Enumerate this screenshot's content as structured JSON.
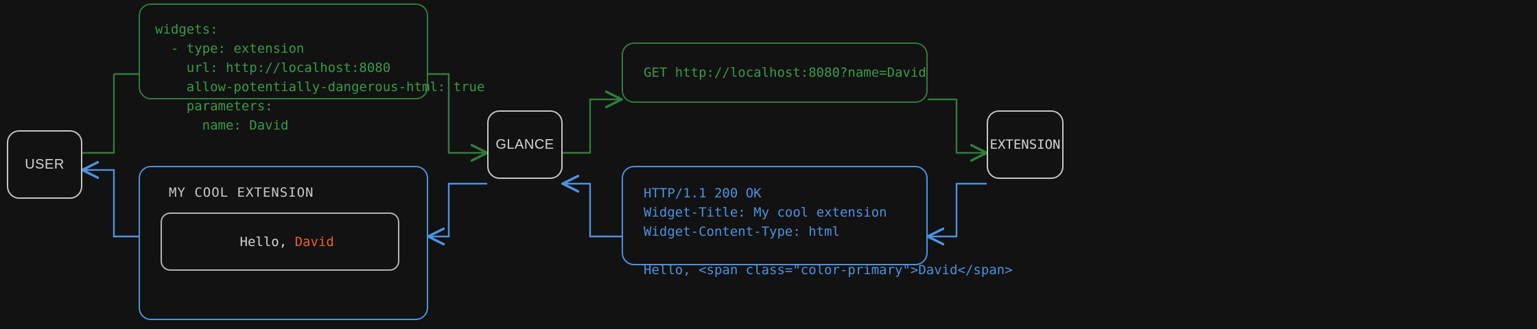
{
  "diagram": {
    "background": "#121212",
    "colors": {
      "request": "#3a9a4a",
      "response": "#4d93e0",
      "node_border": "#c6c6c6",
      "accent": "#e8622c",
      "text": "#d4d4d4"
    },
    "nodes": {
      "user": "USER",
      "glance": "GLANCE",
      "extension": "EXTENSION"
    },
    "panels": {
      "config": {
        "lines": [
          "widgets:",
          "  - type: extension",
          "    url: http://localhost:8080",
          "    allow-potentially-dangerous-html: true",
          "    parameters:",
          "      name: David"
        ],
        "text": "widgets:\n  - type: extension\n    url: http://localhost:8080\n    allow-potentially-dangerous-html: true\n    parameters:\n      name: David"
      },
      "request": {
        "lines": [
          "GET http://localhost:8080?name=David"
        ],
        "text": "GET http://localhost:8080?name=David"
      },
      "response": {
        "lines": [
          "HTTP/1.1 200 OK",
          "Widget-Title: My cool extension",
          "Widget-Content-Type: html",
          "",
          "Hello, <span class=\"color-primary\">David</span>"
        ],
        "text": "HTTP/1.1 200 OK\nWidget-Title: My cool extension\nWidget-Content-Type: html\n\nHello, <span class=\"color-primary\">David</span>"
      },
      "widget_preview": {
        "title": "MY COOL EXTENSION",
        "greeting_prefix": "Hello, ",
        "greeting_name": "David"
      }
    }
  }
}
